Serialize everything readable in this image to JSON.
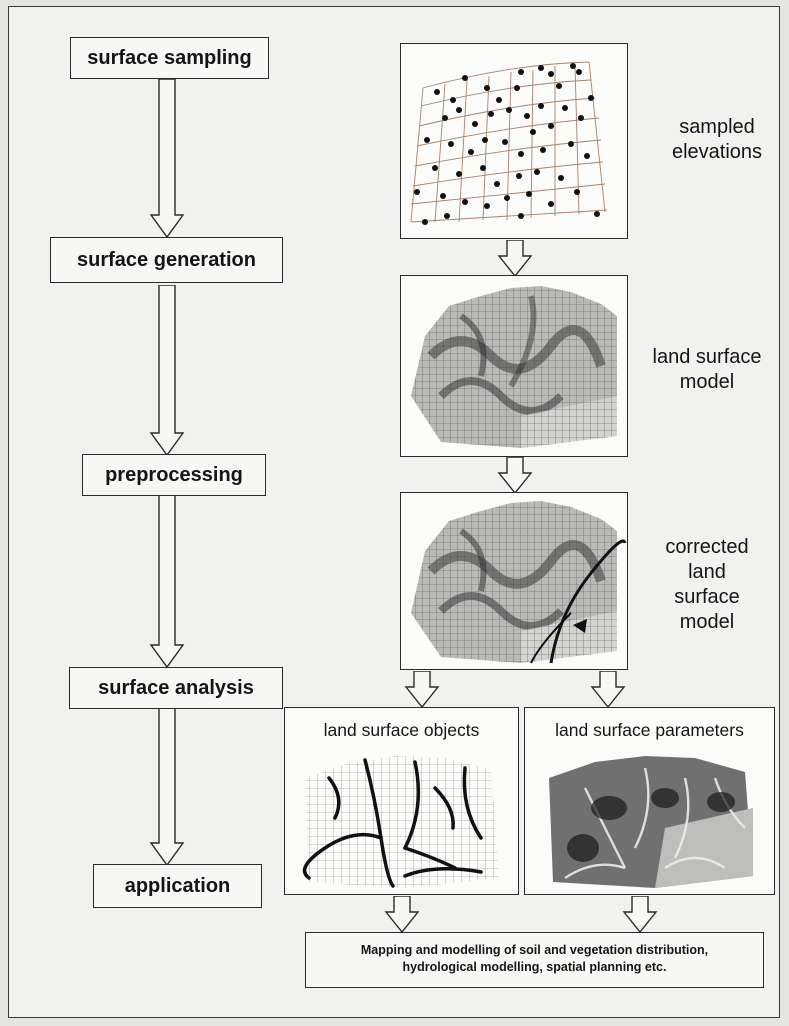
{
  "stages": {
    "sampling": "surface sampling",
    "generation": "surface generation",
    "preprocessing": "preprocessing",
    "analysis": "surface analysis",
    "application": "application"
  },
  "captions": {
    "sampled": [
      "sampled",
      "elevations"
    ],
    "land_model": [
      "land surface",
      "model"
    ],
    "corrected": [
      "corrected",
      "land",
      "surface",
      "model"
    ],
    "objects": "land surface objects",
    "parameters": "land surface parameters"
  },
  "application_text": [
    "Mapping and modelling of soil and vegetation distribution,",
    "hydrological modelling, spatial planning etc."
  ]
}
